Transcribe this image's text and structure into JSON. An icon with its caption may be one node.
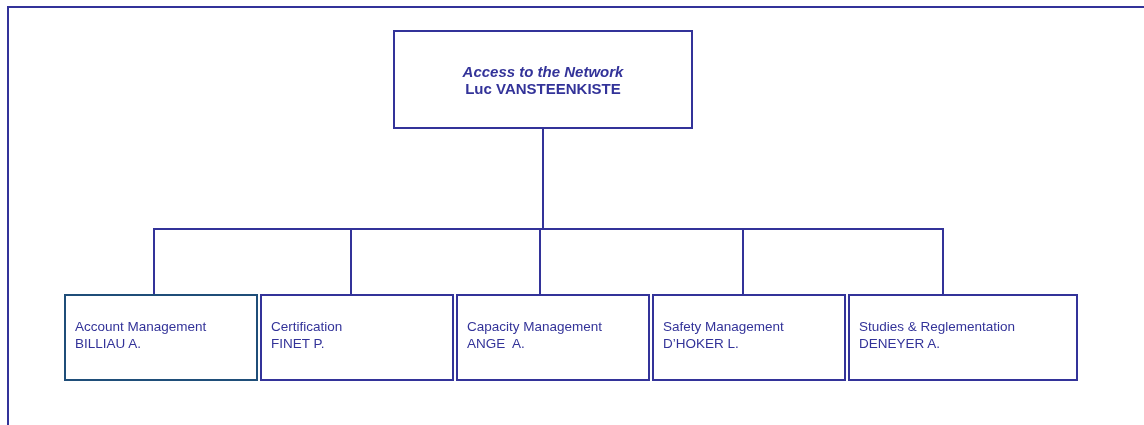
{
  "diagram": {
    "nodes": [
      {
        "text": [
          "Access to the Network",
          "Luc VANSTEENKISTE"
        ]
      },
      {
        "text": [
          "Account Management",
          "BILLIAU A."
        ]
      },
      {
        "text": [
          "Certification",
          "FINET P."
        ]
      },
      {
        "text": [
          "Capacity Management",
          "ANGE  A."
        ]
      },
      {
        "text": [
          "Safety Management",
          "D’HOKER L."
        ]
      },
      {
        "text": [
          "Studies & Reglementation",
          "DENEYER A."
        ]
      }
    ],
    "edges": [
      {
        "from": 0,
        "to": 1,
        "arrow": "none"
      },
      {
        "from": 0,
        "to": 2,
        "arrow": "none"
      },
      {
        "from": 0,
        "to": 3,
        "arrow": "none"
      },
      {
        "from": 0,
        "to": 4,
        "arrow": "none"
      },
      {
        "from": 0,
        "to": 5,
        "arrow": "none"
      }
    ]
  }
}
